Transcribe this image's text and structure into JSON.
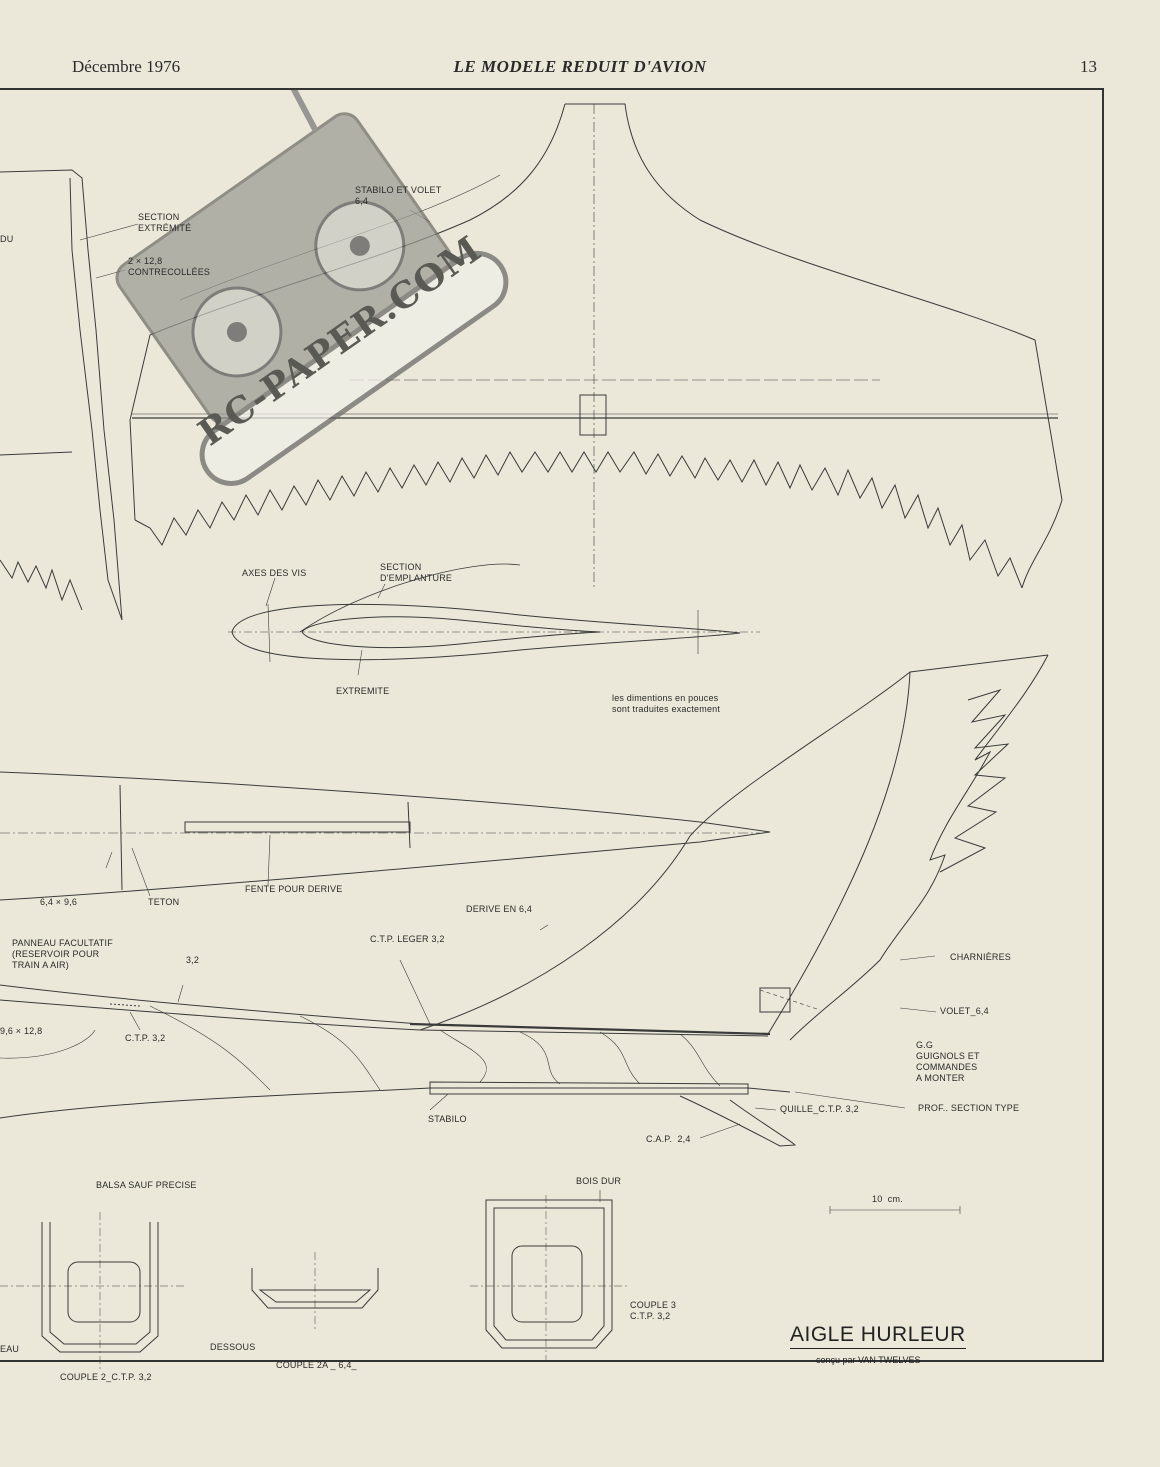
{
  "header": {
    "date": "Décembre 1976",
    "magazine": "LE MODELE REDUIT D'AVION",
    "page_number": "13"
  },
  "watermark": {
    "text": "RC-PAPER.COM"
  },
  "labels": {
    "section_extremite": "SECTION\nEXTRÉMITÉ",
    "du": "DU",
    "contrecollees": "2 × 12,8\nCONTRECOLLÉES",
    "stabilo_volet": "STABILO ET VOLET\n6,4",
    "axes_des_vis": "AXES DES VIS",
    "section_emplanture": "SECTION\nD'EMPLANTURE",
    "extremite": "EXTREMITE",
    "dimensions_note": "les dimentions en pouces\nsont traduites exactement",
    "dim_6496": "6,4 × 9,6",
    "teton": "TETON",
    "fente_derive": "FENTE POUR DERIVE",
    "derive": "DERIVE EN 6,4",
    "panneau": "PANNEAU FACULTATIF\n(RESERVOIR POUR\nTRAIN A AIR)",
    "dim_32": "3,2",
    "ctp_leger": "C.T.P. LEGER 3,2",
    "dim_96128": "9,6 × 12,8",
    "ctp_32": "C.T.P. 3,2",
    "charnieres": "CHARNIÈRES",
    "volet": "VOLET_6,4",
    "guignols": "G.G\nGUIGNOLS ET\nCOMMANDES\nA MONTER",
    "stabilo": "STABILO",
    "quille": "QUILLE_C.T.P. 3,2",
    "prof_section": "PROF.. SECTION TYPE",
    "cap": "C.A.P.  2,4",
    "balsa": "BALSA SAUF PRECISE",
    "bois_dur": "BOIS DUR",
    "scale": "10  cm.",
    "couple3": "COUPLE 3\nC.T.P. 3,2",
    "eau": "EAU",
    "dessous": "DESSOUS",
    "couple2a": "COUPLE 2A _ 6,4_",
    "couple2": "COUPLE 2_C.T.P. 3,2"
  },
  "title_block": {
    "title": "AIGLE HURLEUR",
    "subtitle": "conçu par VAN TWELVES"
  }
}
